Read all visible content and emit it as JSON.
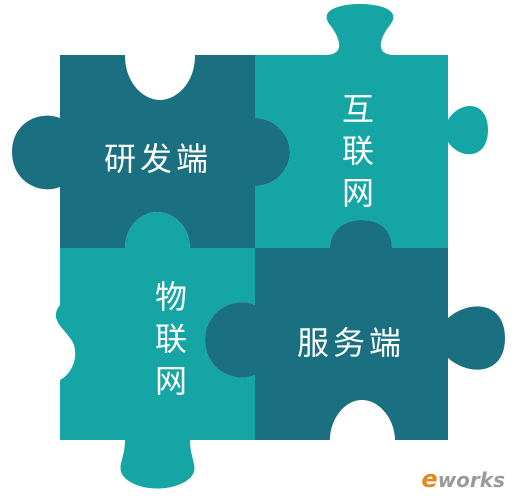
{
  "pieces": {
    "top_left": {
      "label": "研发端",
      "color": "#1a7080"
    },
    "top_right": {
      "label": "互联网",
      "color": "#15a5a5"
    },
    "bottom_left": {
      "label": "物联网",
      "color": "#15a5a5"
    },
    "bottom_right": {
      "label": "服务端",
      "color": "#1a7080"
    }
  },
  "watermark": {
    "e": "e",
    "text": "works"
  }
}
